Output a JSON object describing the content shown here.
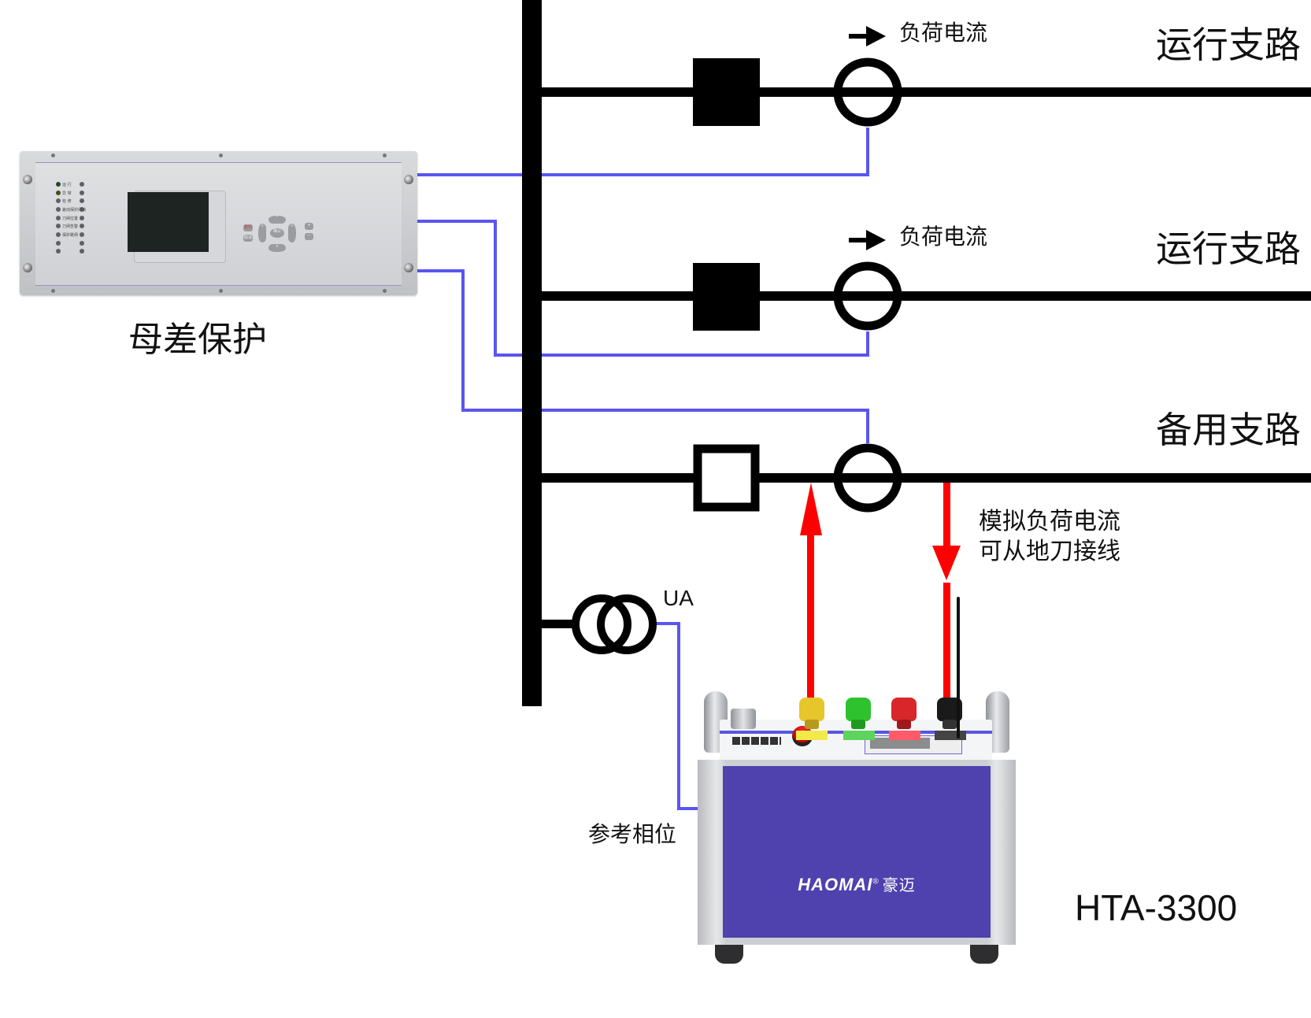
{
  "diagram": {
    "title": "母差保护带负荷校验接线示意图",
    "relay": {
      "label": "母差保护",
      "leds_left": [
        "运 行",
        "异 常",
        "检 修",
        "差动保护闭锁",
        "刀闸位置",
        "刀闸告警",
        "保护跳闸",
        "",
        ""
      ],
      "keys": {
        "left_top": "复归",
        "left_bottom": "取消",
        "center": "确认",
        "up": "^",
        "down": "v",
        "left": "<",
        "right": ">",
        "plus": "+",
        "minus": "−"
      }
    },
    "branches": [
      {
        "id": "branch-1",
        "label": "运行支路",
        "breaker_state": "closed",
        "has_load_current": true,
        "current_label": "负荷电流",
        "arrow_icon": "arrow-right-icon"
      },
      {
        "id": "branch-2",
        "label": "运行支路",
        "breaker_state": "closed",
        "has_load_current": true,
        "current_label": "负荷电流",
        "arrow_icon": "arrow-right-icon"
      },
      {
        "id": "branch-3",
        "label": "备用支路",
        "breaker_state": "open",
        "has_load_current": false
      }
    ],
    "injection_note": {
      "line1": "模拟负荷电流",
      "line2": "可从地刀接线"
    },
    "pt": {
      "label": "UA"
    },
    "reference_label": "参考相位",
    "tester": {
      "brand": "HAOMAI",
      "registered_mark": "®",
      "brand_cn": "豪迈",
      "model": "HTA-3300",
      "knob_colors": [
        "#e6c62a",
        "#2fc22f",
        "#d8262a",
        "#1a1a1a"
      ]
    },
    "colors": {
      "bus": "#000000",
      "signal_wire": "#5a55f0",
      "injection_wire": "#ff0000",
      "tester_panel": "#4f41ae"
    }
  }
}
